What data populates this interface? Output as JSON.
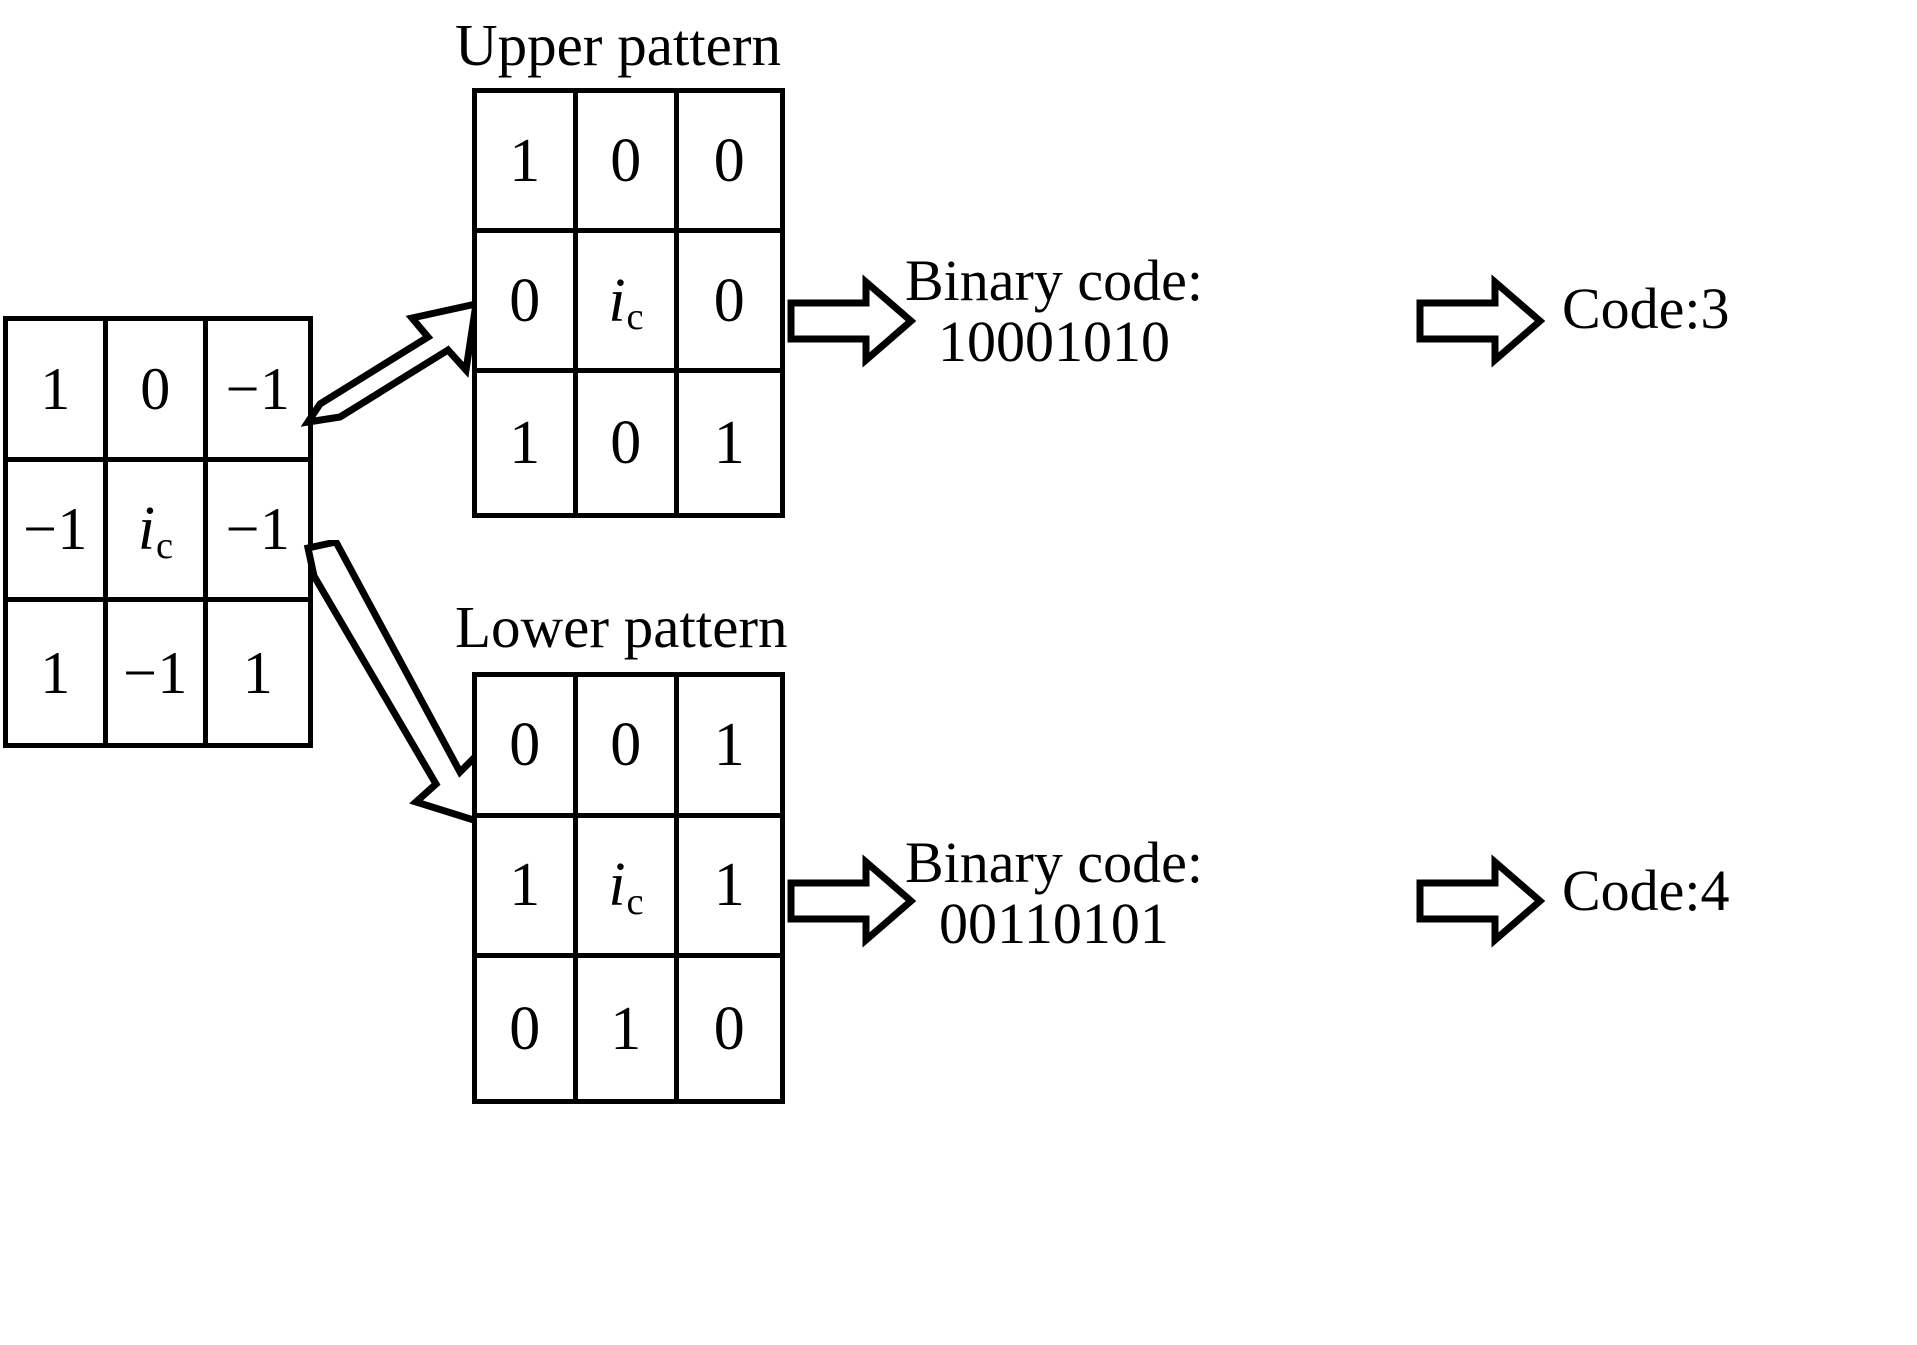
{
  "figure": {
    "type": "diagram",
    "description": "Local binary pattern style encoding: a 3x3 ternary neighborhood is split into an upper pattern and a lower pattern, each converted to an 8-bit binary code and then to a decimal code."
  },
  "source_grid": {
    "name": "source-neighborhood",
    "rows": [
      [
        "1",
        "0",
        "−1"
      ],
      [
        "−1",
        "ic",
        "−1"
      ],
      [
        "1",
        "−1",
        "1"
      ]
    ],
    "center_symbol": {
      "base": "i",
      "sub": "c"
    }
  },
  "upper": {
    "caption": "Upper pattern",
    "rows": [
      [
        "1",
        "0",
        "0"
      ],
      [
        "0",
        "ic",
        "0"
      ],
      [
        "1",
        "0",
        "1"
      ]
    ],
    "center_symbol": {
      "base": "i",
      "sub": "c"
    },
    "binary_label": "Binary code:",
    "binary_value": "10001010",
    "code_label": "Code:3"
  },
  "lower": {
    "caption": "Lower pattern",
    "rows": [
      [
        "0",
        "0",
        "1"
      ],
      [
        "1",
        "ic",
        "1"
      ],
      [
        "0",
        "1",
        "0"
      ]
    ],
    "center_symbol": {
      "base": "i",
      "sub": "c"
    },
    "binary_label": "Binary code:",
    "binary_value": "00110101",
    "code_label": "Code:4"
  },
  "arrows": {
    "split_up": "hollow-arrow-up-right",
    "split_down": "hollow-arrow-down-right",
    "upper_to_binary": "hollow-arrow-right",
    "lower_to_binary": "hollow-arrow-right",
    "upper_to_code": "hollow-arrow-right",
    "lower_to_code": "hollow-arrow-right"
  },
  "colors": {
    "stroke": "#000000",
    "background": "#ffffff"
  }
}
